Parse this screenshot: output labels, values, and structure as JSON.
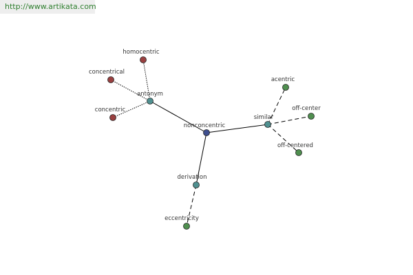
{
  "site": {
    "url_text": "http://www.artikata.com"
  },
  "graph": {
    "colors": {
      "root": "#3f4f8f",
      "relation": "#4f9090",
      "antonym_leaf": "#9a4040",
      "similar_leaf": "#4f8f4f"
    },
    "nodes": [
      {
        "id": "nonconcentric",
        "label": "nonconcentric",
        "type": "root"
      },
      {
        "id": "antonym",
        "label": "antonym",
        "type": "relation"
      },
      {
        "id": "similar",
        "label": "similar",
        "type": "relation"
      },
      {
        "id": "derivation",
        "label": "derivation",
        "type": "relation"
      },
      {
        "id": "homocentric",
        "label": "homocentric",
        "type": "antonym_leaf"
      },
      {
        "id": "concentrical",
        "label": "concentrical",
        "type": "antonym_leaf"
      },
      {
        "id": "concentric",
        "label": "concentric",
        "type": "antonym_leaf"
      },
      {
        "id": "acentric",
        "label": "acentric",
        "type": "similar_leaf"
      },
      {
        "id": "off-center",
        "label": "off-center",
        "type": "similar_leaf"
      },
      {
        "id": "off-centered",
        "label": "off-centered",
        "type": "similar_leaf"
      },
      {
        "id": "eccentricity",
        "label": "eccentricity",
        "type": "similar_leaf"
      }
    ],
    "edges": [
      {
        "from": "nonconcentric",
        "to": "antonym",
        "style": "solid"
      },
      {
        "from": "nonconcentric",
        "to": "similar",
        "style": "solid"
      },
      {
        "from": "nonconcentric",
        "to": "derivation",
        "style": "solid"
      },
      {
        "from": "antonym",
        "to": "homocentric",
        "style": "dotted"
      },
      {
        "from": "antonym",
        "to": "concentrical",
        "style": "dotted"
      },
      {
        "from": "antonym",
        "to": "concentric",
        "style": "dotted"
      },
      {
        "from": "similar",
        "to": "acentric",
        "style": "dashed"
      },
      {
        "from": "similar",
        "to": "off-center",
        "style": "dashed"
      },
      {
        "from": "similar",
        "to": "off-centered",
        "style": "dashed"
      },
      {
        "from": "derivation",
        "to": "eccentricity",
        "style": "dashed"
      }
    ]
  }
}
